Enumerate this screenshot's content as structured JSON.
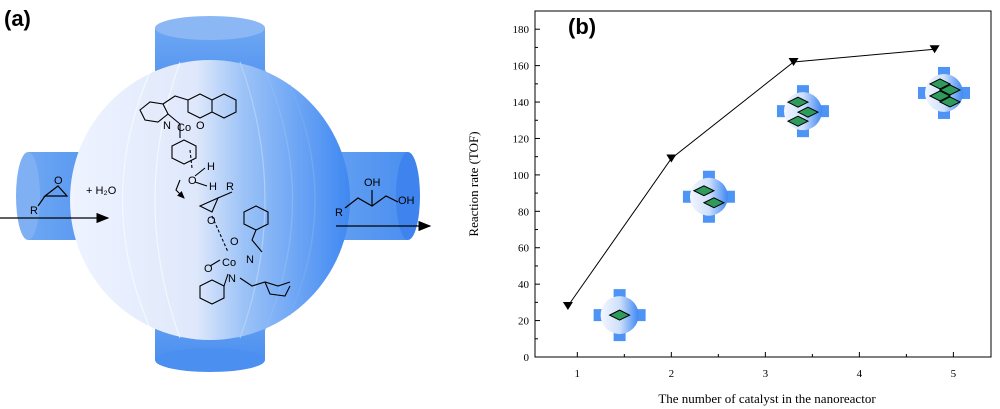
{
  "panel_a": {
    "label": "(a)",
    "reactant_group": "R",
    "reactant_atom": "O",
    "plus_water": "+ H₂O",
    "product_oh1": "OH",
    "product_oh2": "OH",
    "product_group": "R",
    "catalyst_atoms": {
      "co_top": "Co",
      "n_top": "N",
      "o_top": "O",
      "oh_h": "H",
      "oh_o": "O",
      "h2": "H",
      "epox_o": "O",
      "epox_r": "R",
      "o_bot1": "O",
      "o_bot2": "O",
      "co_bot": "Co",
      "n_bot1": "N",
      "n_bot2": "N"
    },
    "colors": {
      "sphere": "#4d94f5",
      "cylinder": "#5a9cf2"
    }
  },
  "chart_data": {
    "panel_label": "(b)",
    "type": "line",
    "x": [
      0.9,
      2.0,
      3.3,
      4.8
    ],
    "y": [
      28,
      109,
      162,
      169
    ],
    "marker": "triangle-down",
    "xlabel": "The number of catalyst in the nanoreactor",
    "ylabel": "Reaction rate (TOF)",
    "xlim": [
      0.55,
      5.4
    ],
    "ylim": [
      0,
      190
    ],
    "xticks": [
      "1",
      "2",
      "3",
      "4",
      "5"
    ],
    "yticks": [
      "0",
      "20",
      "40",
      "60",
      "80",
      "100",
      "120",
      "140",
      "160",
      "180"
    ],
    "insets": [
      {
        "x": 1.45,
        "y": 23,
        "catalysts": 1
      },
      {
        "x": 2.4,
        "y": 88,
        "catalysts": 2
      },
      {
        "x": 3.4,
        "y": 135,
        "catalysts": 3
      },
      {
        "x": 4.9,
        "y": 145,
        "catalysts": 4
      }
    ],
    "colors": {
      "line": "#000000",
      "inset_blue": "#4d94f5",
      "catalyst_green": "#2e9b5d"
    }
  }
}
